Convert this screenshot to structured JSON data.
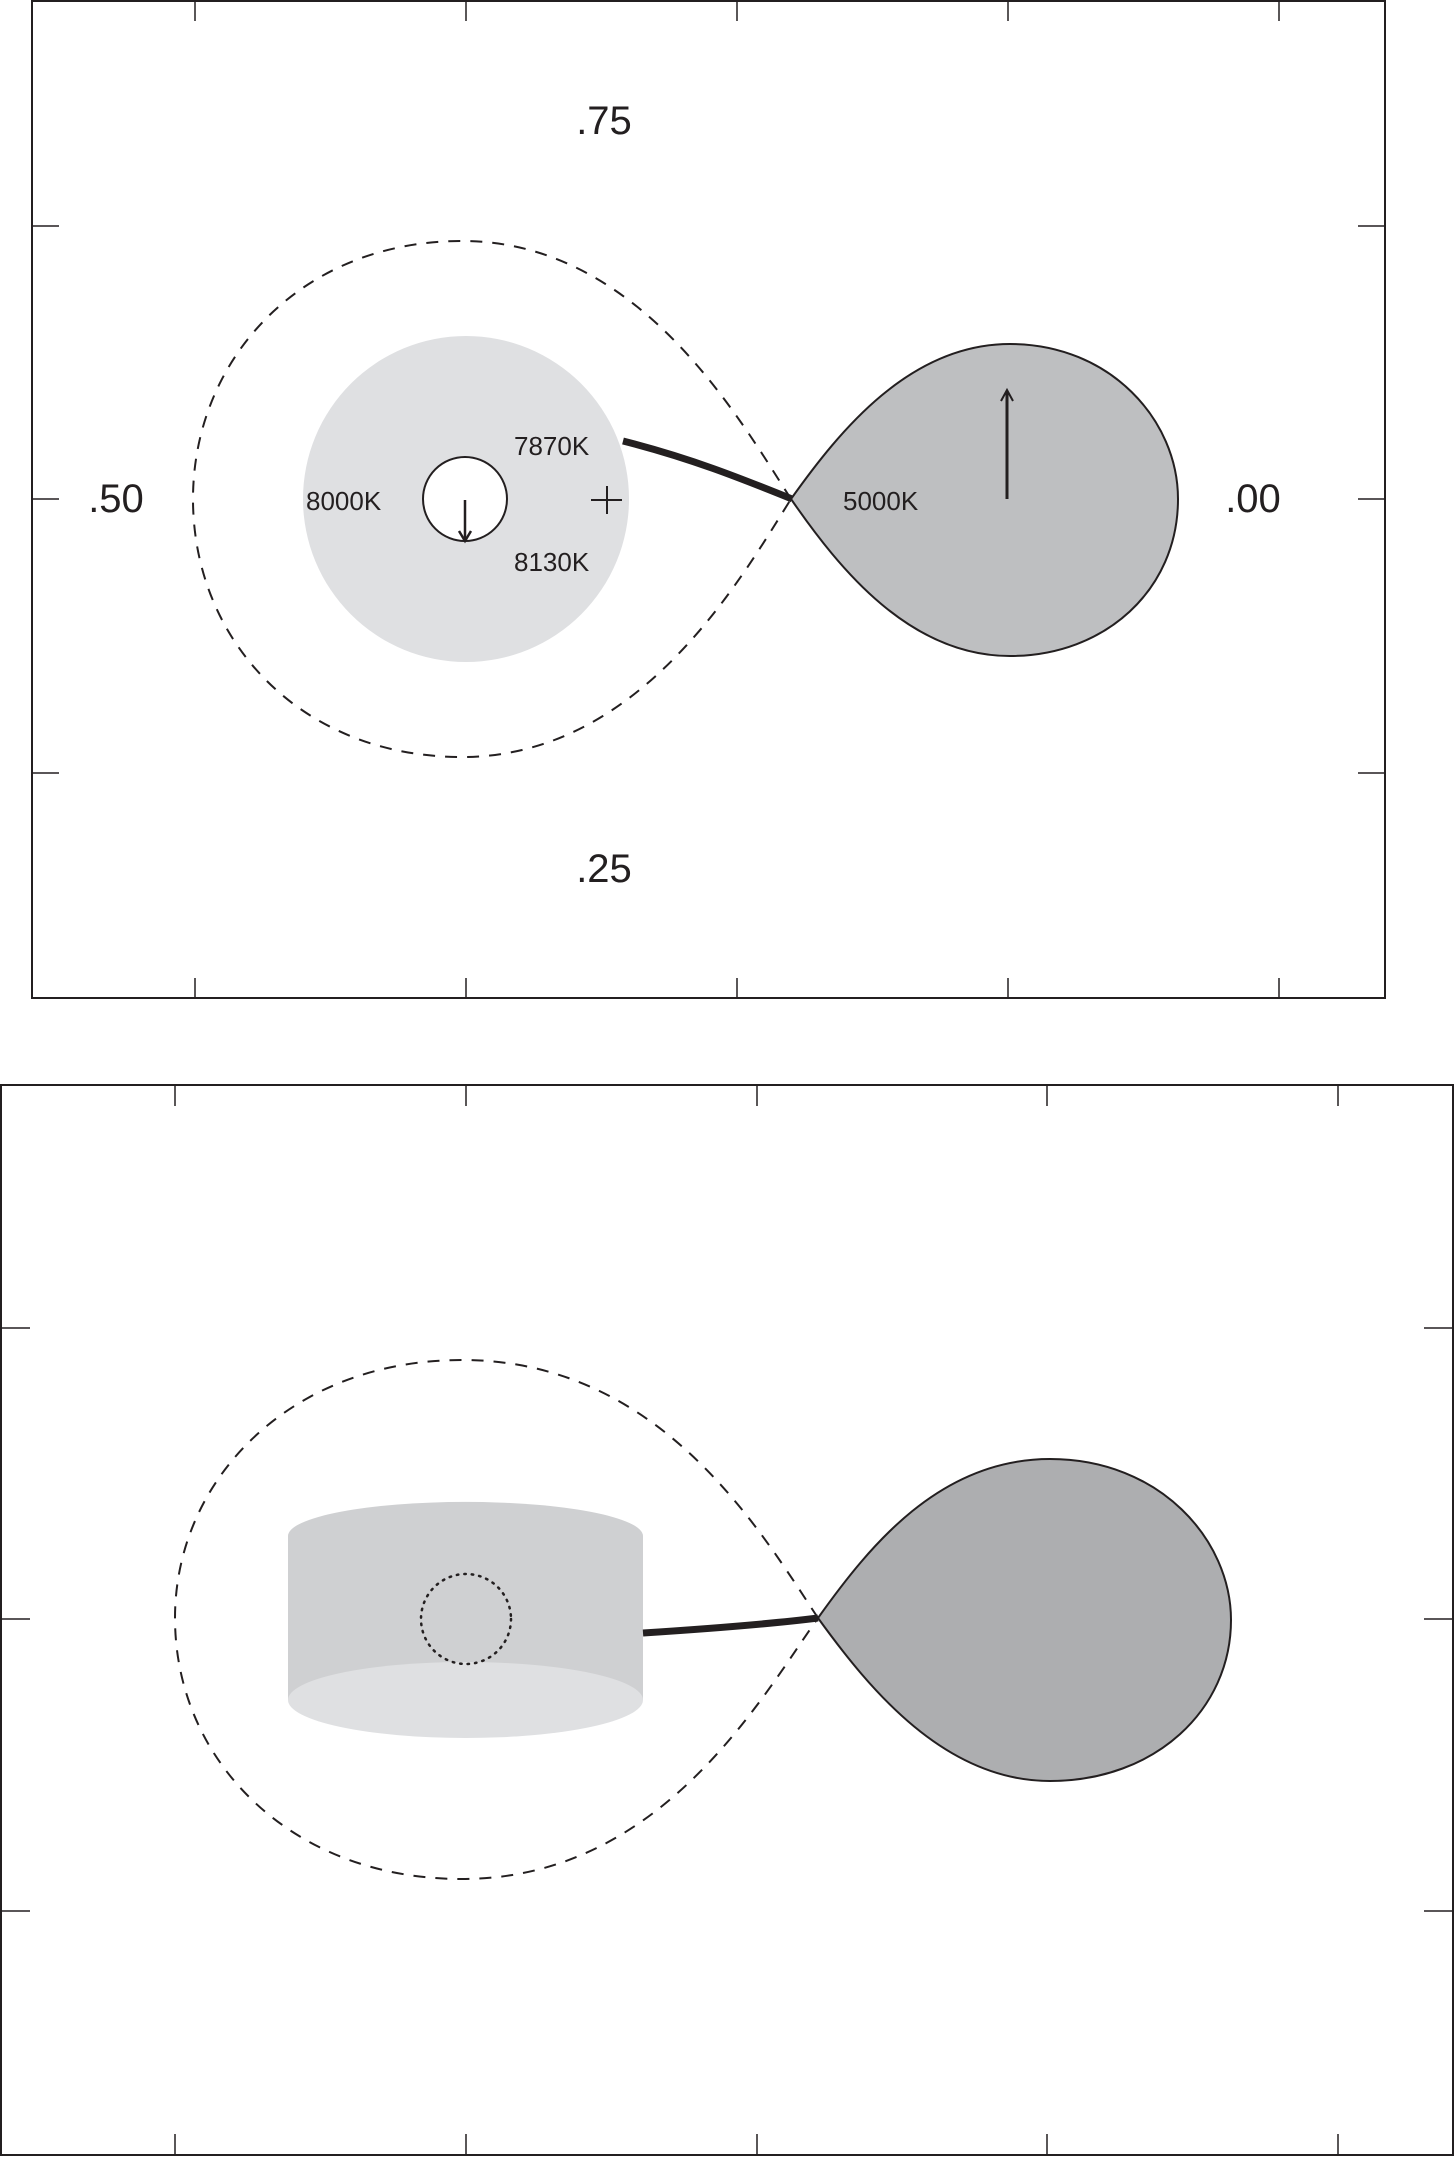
{
  "figure": {
    "panels": [
      {
        "id": "top",
        "description": "Schematic of binary system viewed from above: accretion disk around primary with Roche lobe, mass-transfer stream, and tear-drop shaped donor star",
        "phase_labels": {
          "top": ".75",
          "bottom": ".25",
          "left": ".50",
          "right": ".00"
        },
        "temperature_labels": {
          "disk_left": "8000K",
          "disk_upper_right": "7870K",
          "disk_lower_right": "8130K",
          "donor": "5000K"
        },
        "colors": {
          "disk": "#dfe0e2",
          "donor": "#bebfc1",
          "outline": "#231f20"
        }
      },
      {
        "id": "bottom",
        "description": "Side view schematic: disk drawn as cylinder with dotted central star outline, mass-transfer stream to tear-drop donor star",
        "colors": {
          "disk_side": "#cfd0d2",
          "disk_bottom_face": "#dfe0e2",
          "donor": "#adaeb0",
          "outline": "#231f20"
        }
      }
    ]
  },
  "chart_data": {
    "type": "diagram",
    "title": "",
    "panels": [
      {
        "name": "top view",
        "orbital_phase_labels": [
          ".75",
          ".25",
          ".50",
          ".00"
        ],
        "annotations": [
          "8000K",
          "7870K",
          "8130K",
          "5000K"
        ],
        "elements": [
          "accretion disk",
          "primary star (white circle) with downward arrow",
          "plus marker",
          "dashed Roche lobe",
          "mass-transfer stream",
          "donor star with upward arrow"
        ]
      },
      {
        "name": "side view",
        "annotations": [],
        "elements": [
          "cylindrical disk",
          "dotted primary star outline",
          "dashed Roche lobe",
          "mass-transfer stream",
          "donor star"
        ]
      }
    ]
  }
}
